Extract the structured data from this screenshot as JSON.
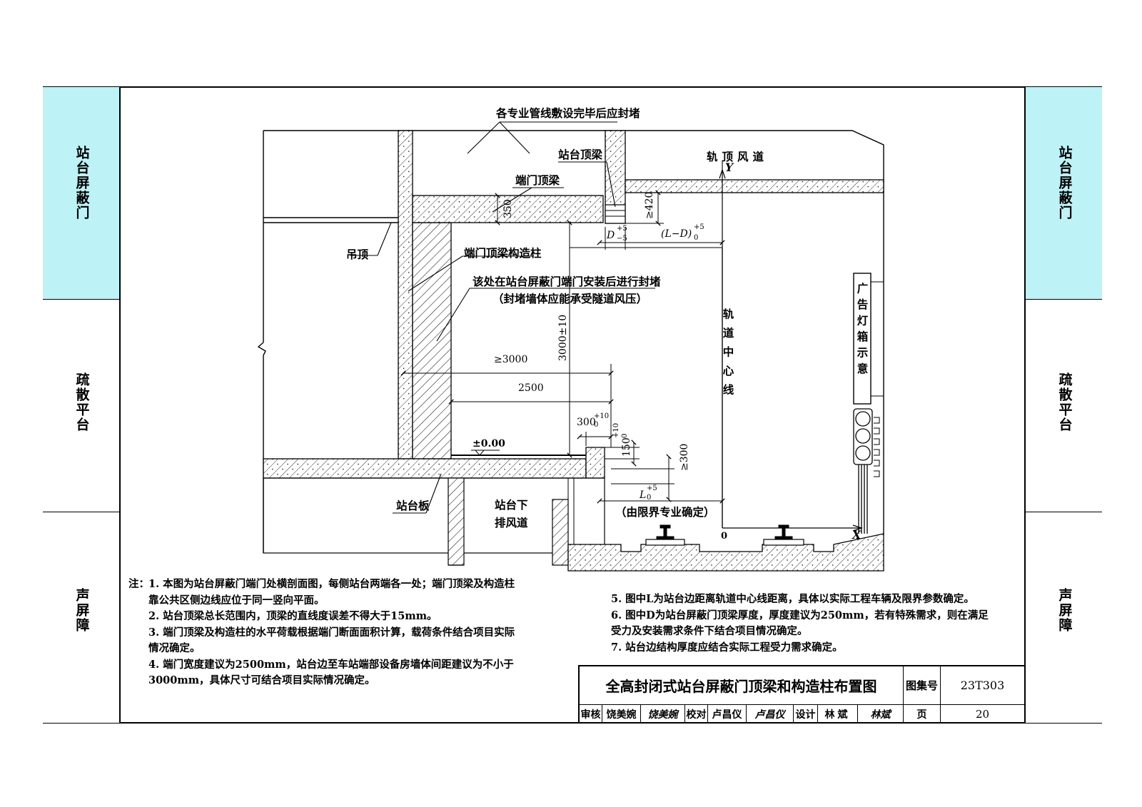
{
  "side_tabs": [
    {
      "label": "站台屏蔽门"
    },
    {
      "label": "疏散平台"
    },
    {
      "label": "声屏障"
    }
  ],
  "drawing": {
    "labels": {
      "seal_note": "各专业管线敷设完毕后应封堵",
      "platform_beam": "站台顶梁",
      "rail_top_duct": "轨顶风道",
      "end_door_beam": "端门顶梁",
      "ceiling": "吊顶",
      "end_column": "端门顶梁构造柱",
      "seal_after_1": "该处在站台屏蔽门端门安装后进行封堵",
      "seal_after_2": "（封堵墙体应能承受隧道风压）",
      "track_centerline": "轨道中心线",
      "ad_box": "广告灯箱示意",
      "platform_slab": "站台板",
      "under_duct_1": "站台下",
      "under_duct_2": "排风道",
      "limit_note": "（由限界专业确定）",
      "axis_y": "Y",
      "axis_x": "X",
      "origin": "0"
    },
    "dims": {
      "d350": "350",
      "d420": "≥420",
      "dD_base": "D",
      "dD_sup": "+5",
      "dD_sub": "−5",
      "dLD_base": "(L−D)",
      "dLD_sup": "+5",
      "dLD_sub": "0",
      "d3000": "3000±10",
      "dge3000": "≥3000",
      "d2500": "2500",
      "d300_base": "300",
      "d300_sup": "+10",
      "d300_sub": "0",
      "d150_base": "150",
      "d150_sup": "+10",
      "d150_sub": "0",
      "dge300": "≥300",
      "dL_base": "L",
      "dL_sup": "+5",
      "dL_sub": "0",
      "elev": "±0.00"
    }
  },
  "notes": {
    "lead": "注：",
    "left": [
      "1.  本图为站台屏蔽门端门处横剖面图，每侧站台两端各一处；端门顶梁及构造柱",
      "     靠公共区侧边线应位于同一竖向平面。",
      "2.  站台顶梁总长范围内，顶梁的直线度误差不得大于15mm。",
      "3.  端门顶梁及构造柱的水平荷载根据端门断面面积计算，载荷条件结合项目实际",
      "     情况确定。",
      "4.  端门宽度建议为2500mm，站台边至车站端部设备房墙体间距建议为不小于",
      "     3000mm，具体尺寸可结合项目实际情况确定。"
    ],
    "right": [
      "5.  图中L为站台边距离轨道中心线距离，具体以实际工程车辆及限界参数确定。",
      "6.  图中D为站台屏蔽门顶梁厚度，厚度建议为250mm，若有特殊需求，则在满足",
      "     受力及安装需求条件下结合项目情况确定。",
      "7.  站台边结构厚度应结合实际工程受力需求确定。"
    ]
  },
  "title_block": {
    "title": "全高封闭式站台屏蔽门顶梁和构造柱布置图",
    "atlas_label": "图集号",
    "atlas_no": "23T303",
    "review_label": "审核",
    "reviewer": "饶美婉",
    "review_sign": "饶美婉",
    "check_label": "校对",
    "checker": "卢昌仪",
    "check_sign": "卢昌仪",
    "design_label": "设计",
    "designer": "林斌",
    "design_sign": "林斌",
    "page_label": "页",
    "page_no": "20"
  }
}
